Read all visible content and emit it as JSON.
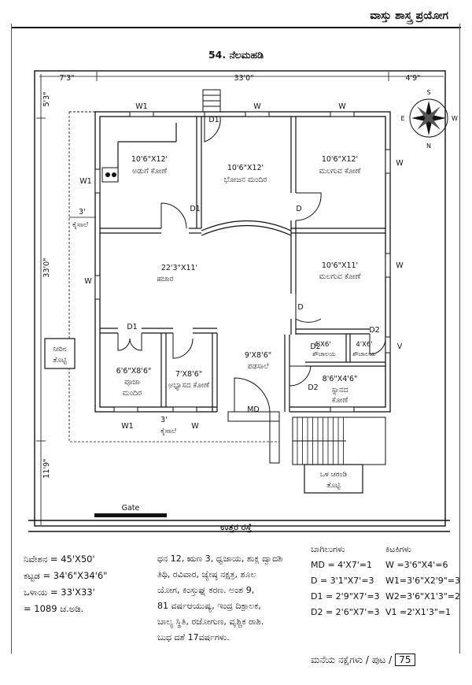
{
  "header": {
    "title": "ವಾಸ್ತು ಶಾಸ್ತ್ರ ಪ್ರಯೋಗ"
  },
  "plan": {
    "title": "54. ನೆಲಮಹಡಿ",
    "dims": {
      "top_left": "7'3\"",
      "top_mid": "33'0\"",
      "top_right": "4'9\"",
      "left_top": "5'3\"",
      "left_mid": "33'0\"",
      "left_bottom": "11'9\"",
      "verandah_w1": "3'",
      "verandah_w2": "3'"
    },
    "labels": {
      "kitchen_size": "10'6\"X12'",
      "kitchen": "ಅಡುಗೆ ಕೋಣೆ",
      "dining_size": "10'6\"X12'",
      "dining": "ಭೋಜನ ಮಂದಿರ",
      "bed1_size": "10'6\"X12'",
      "bed1": "ಮಲಗುವ ಕೋಣೆ",
      "hall_size": "22'3\"X11'",
      "hall": "ಹಜಾರ",
      "bed2_size": "10'6\"X11'",
      "bed2": "ಮಲಗುವ ಕೋಣೆ",
      "pooja_size": "6'6\"X8'6\"",
      "pooja1": "ಪೂಜಾ",
      "pooja2": "ಮಂದಿರ",
      "study_size": "7'X8'6\"",
      "study": "ಅಭ್ಯಾಸದ ಕೋಣೆ",
      "porch_size": "9'X8'6\"",
      "porch": "ಪಡಸಾಲೆ",
      "wc1_size": "4'X6'",
      "wc1": "ಶೌಚಾಲಯ",
      "wc2_size": "4'X6'",
      "wc2": "ಶೌಚಾಲಯ",
      "bath_size": "8'6\"X4'6\"",
      "bath1": "ಸ್ನಾನದ",
      "bath2": "ಕೋಣೆ",
      "sump1": "ನೀರಿನ",
      "sump2": "ತೊಟ್ಟಿ",
      "verandah1": "ಕೈಸಾಲೆ",
      "verandah2": "ಕೈಸಾಲೆ",
      "tank1": "ಒಳ ಚರಂಡಿ",
      "tank2": "ತೊಟ್ಟಿ",
      "gate": "Gate",
      "road": "ಉತ್ತರ ರಸ್ತೆ",
      "md": "MD",
      "d": "D",
      "d1": "D1",
      "d2": "D2",
      "w": "W",
      "w1": "W1",
      "v": "V",
      "compass_n": "N",
      "compass_s": "S",
      "compass_e": "E",
      "compass_w": "W"
    }
  },
  "notes": {
    "col1": [
      "ನಿವೇಶನ  = 45'X50'",
      "ಕಟ್ಟಡ     = 34'6\"X34'6\"",
      "ಒಳಾಯ   = 33'X33'",
      "           = 1089 ಚ.ಅಡಿ."
    ],
    "col2": [
      "ಧನ 12, ಋಣ 3, ಧ್ವಜಾಯ, ಶುಕ್ಲ ದ್ವಾದಶಿ",
      "ತಿಥಿ, ರವಿವಾರ, ಜ್ಯೇಷ್ಠ ನಕ್ಷತ್ರ, ಶೂಲ",
      "ಯೋಗ, ಕಿಂಸ್ತುಘ್ನ ಕರಣ. ಅಂಶ 9,",
      "81 ವರ್ಷಆಯುಷ್ಯ, ಇಂದ್ರ ದಿಕ್ಪಾಲಕ,",
      "ಬಾಲ್ಯ ಸ್ಥಿತಿ, ರಜೋಗುಣ, ವೃಶ್ಚಿಕ ರಾಶಿ.",
      "ಬುಧ ದಶೆ 17ವರ್ಷಗಳು."
    ],
    "doors_title": "ಬಾಗಿಲುಗಳು",
    "doors": [
      "MD = 4'X7'=1",
      "D    = 3'1\"X7'=3",
      "D1 = 2'9\"X7'=3",
      "D2 = 2'6\"X7'=3"
    ],
    "windows_title": "ಕಿಟಕಿಗಳು",
    "windows": [
      "W  =3'6\"X4'=6",
      "W1=3'6\"X2'9\"=3",
      "W2=3'6\"X1'3\"=2",
      "V1  =2'X1'3\"=1"
    ]
  },
  "footer": {
    "text": "ಮನೆಯ ನಕ್ಷೆಗಳು / ಪುಟ /",
    "page": "75"
  }
}
